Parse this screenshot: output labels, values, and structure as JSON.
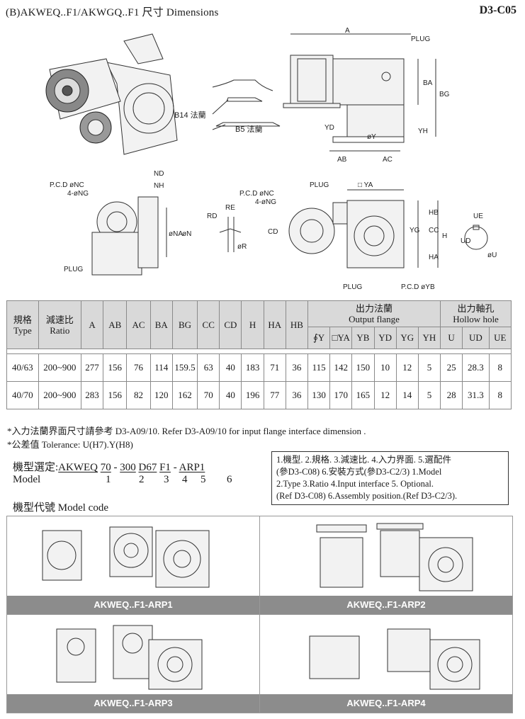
{
  "header": {
    "title": "(B)AKWEQ..F1/AKWGQ..F1 尺寸 Dimensions",
    "code": "D3-C05"
  },
  "drawing_labels": {
    "top_view": [
      "A",
      "PLUG",
      "BA",
      "BG",
      "YD",
      "øY",
      "YH",
      "AB",
      "AC"
    ],
    "flanges": [
      "B14 法蘭",
      "B5 法蘭"
    ],
    "left_view": [
      "ND",
      "NH",
      "P.C.D øNC",
      "4-øNG",
      "øNA",
      "øN",
      "PLUG"
    ],
    "key_detail": [
      "RD",
      "RE",
      "øR"
    ],
    "front_view": [
      "P.C.D øNC",
      "4-øNG",
      "PLUG",
      "□ YA",
      "CD",
      "YG",
      "HB",
      "CC",
      "H",
      "HA",
      "PLUG",
      "P.C.D øYB"
    ],
    "hole_detail": [
      "UE",
      "UD",
      "øU"
    ]
  },
  "table": {
    "col_type_zh": "規格",
    "col_type_en": "Type",
    "col_ratio_zh": "減速比",
    "col_ratio_en": "Ratio",
    "dims": [
      "A",
      "AB",
      "AC",
      "BA",
      "BG",
      "CC",
      "CD",
      "H",
      "HA",
      "HB"
    ],
    "output_flange_zh": "出力法蘭",
    "output_flange_en": "Output flange",
    "flange_cols": [
      "∮Y",
      "□YA",
      "YB",
      "YD",
      "YG",
      "YH"
    ],
    "hollow_zh": "出力軸孔",
    "hollow_en": "Hollow hole",
    "hollow_cols": [
      "U",
      "UD",
      "UE"
    ],
    "rows": [
      [
        "40/63",
        "200~900",
        "277",
        "156",
        "76",
        "114",
        "159.5",
        "63",
        "40",
        "183",
        "71",
        "36",
        "115",
        "142",
        "150",
        "10",
        "12",
        "5",
        "25",
        "28.3",
        "8"
      ],
      [
        "40/70",
        "200~900",
        "283",
        "156",
        "82",
        "120",
        "162",
        "70",
        "40",
        "196",
        "77",
        "36",
        "130",
        "170",
        "165",
        "12",
        "14",
        "5",
        "28",
        "31.3",
        "8"
      ]
    ]
  },
  "notes": {
    "note1": "*入力法蘭界面尺寸請參考 D3-A09/10. Refer D3-A09/10 for input flange interface dimension .",
    "note2": "*公差值 Tolerance: U(H7).Y(H8)"
  },
  "model_select": {
    "label_zh": "機型選定:",
    "label_en": "Model",
    "parts": [
      "AKWEQ",
      "70",
      "300",
      "D67",
      "F1",
      "ARP1"
    ],
    "numbers": [
      "1",
      "2",
      "3",
      "4",
      "5",
      "6"
    ]
  },
  "legend_box": [
    "1.機型. 2.規格. 3.減速比. 4.入力界面. 5.選配件",
    "(參D3-C08) 6.安裝方式(參D3-C2/3) 1.Model",
    "2.Type 3.Ratio 4.Input interface 5. Optional.",
    "(Ref D3-C08) 6.Assembly position.(Ref D3-C2/3)."
  ],
  "model_code": {
    "title": "機型代號 Model code",
    "panels": [
      "AKWEQ..F1-ARP1",
      "AKWEQ..F1-ARP2",
      "AKWEQ..F1-ARP3",
      "AKWEQ..F1-ARP4"
    ]
  }
}
